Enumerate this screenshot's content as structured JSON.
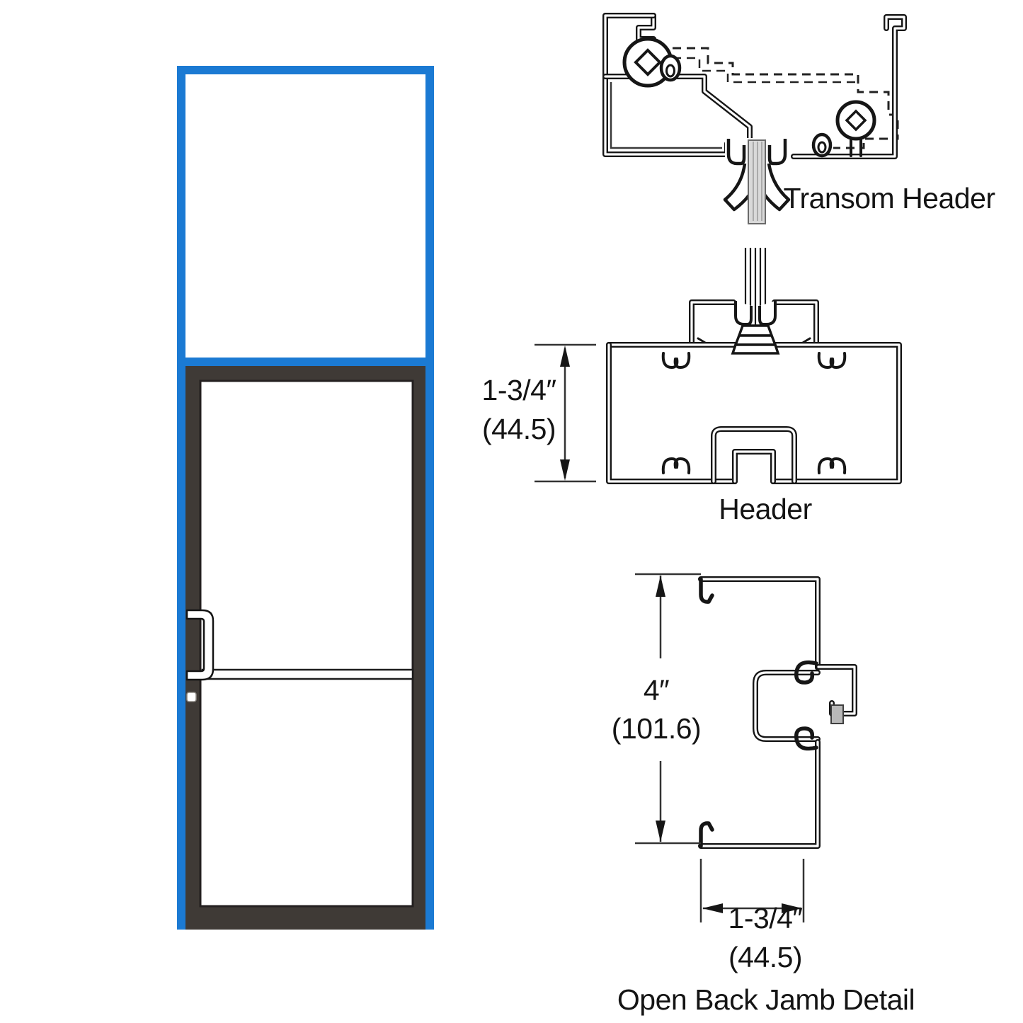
{
  "colors": {
    "frame_blue": "#1b7ad3",
    "door_dark": "#3f3a36",
    "white": "#ffffff",
    "glass_gray": "#d9d9d9",
    "block_gray": "#b9b9b9"
  },
  "diagram": {
    "transom_header": {
      "label": "Transom Header"
    },
    "header": {
      "label": "Header",
      "dim_imperial": "1-3/4″",
      "dim_metric": "(44.5)"
    },
    "open_back_jamb": {
      "label": "Open Back Jamb Detail",
      "height_imperial": "4″",
      "height_metric": "(101.6)",
      "width_imperial": "1-3/4″",
      "width_metric": "(44.5)"
    }
  }
}
